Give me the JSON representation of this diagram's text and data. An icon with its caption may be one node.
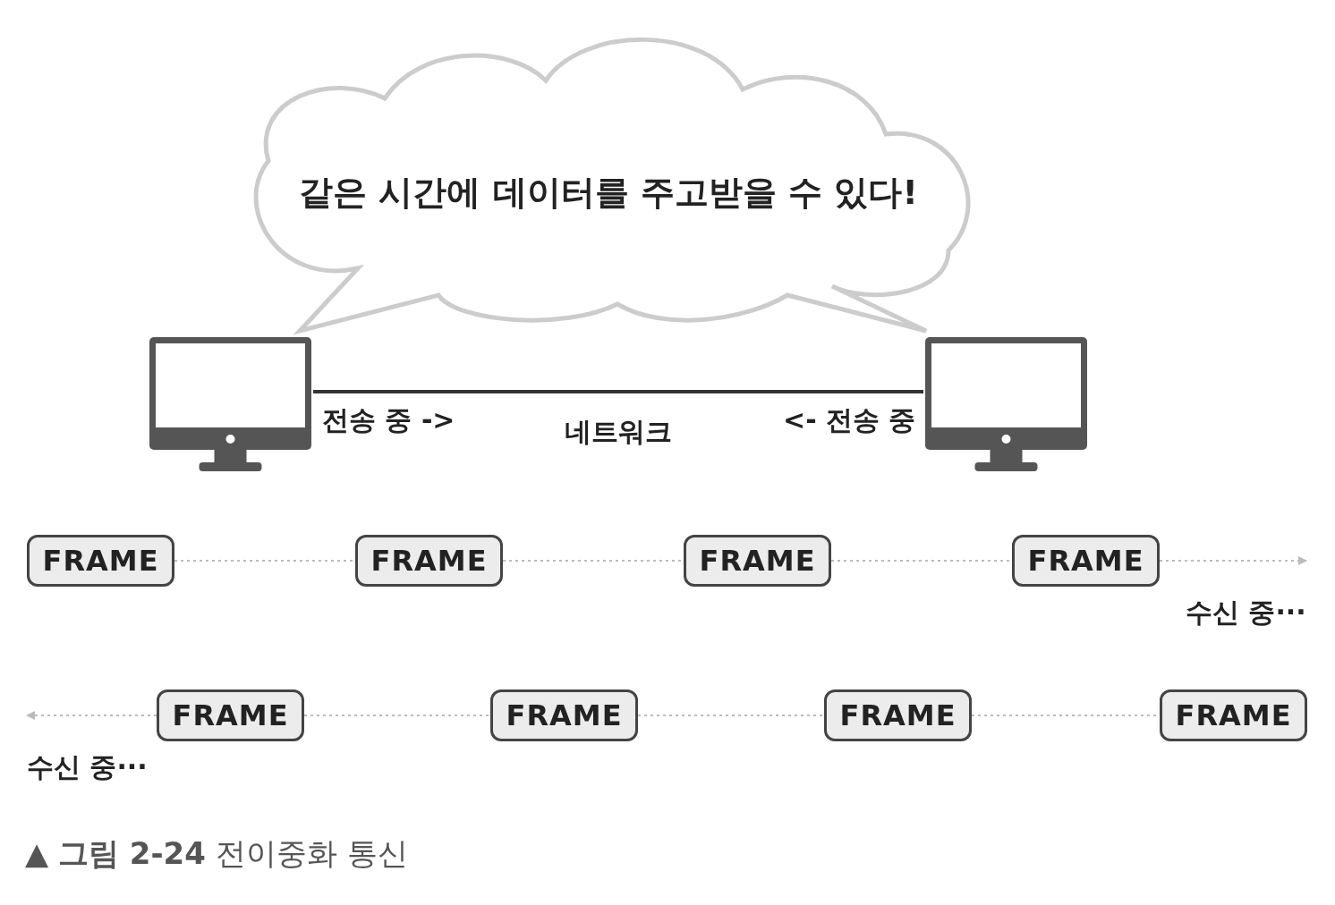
{
  "diagram": {
    "caption": "▲ **그림 2-24** 전이중화 통신",
    "nodes": [
      {
        "text": [
          "같은 시간에 데이터를 주고받을 수 있다!"
        ]
      },
      {
        "text": [],
        "shape": "picture"
      },
      {
        "text": [],
        "shape": "picture"
      },
      {
        "text": [
          "FRAME"
        ]
      },
      {
        "text": [
          "FRAME"
        ]
      },
      {
        "text": [
          "FRAME"
        ]
      },
      {
        "text": [
          "FRAME"
        ]
      },
      {
        "text": [
          "FRAME"
        ]
      },
      {
        "text": [
          "FRAME"
        ]
      },
      {
        "text": [
          "FRAME"
        ]
      },
      {
        "text": [
          "FRAME"
        ]
      }
    ],
    "edges": [
      {
        "from": 1,
        "to": 2,
        "arrow": "none",
        "label": "네트워크",
        "color": "#333333"
      },
      {
        "from": 3,
        "to": 4,
        "arrow": "none",
        "style": "dashed"
      },
      {
        "from": 4,
        "to": 5,
        "arrow": "none",
        "style": "dashed"
      },
      {
        "from": 5,
        "to": 6,
        "arrow": "none",
        "style": "dashed"
      },
      {
        "from": 6,
        "to": null,
        "arrow": "to",
        "style": "dashed"
      },
      {
        "from": 7,
        "to": null,
        "arrow": "to",
        "style": "dashed"
      },
      {
        "from": 7,
        "to": 8,
        "arrow": "none",
        "style": "dashed"
      },
      {
        "from": 8,
        "to": 9,
        "arrow": "none",
        "style": "dashed"
      },
      {
        "from": 9,
        "to": 10,
        "arrow": "none",
        "style": "dashed"
      }
    ],
    "labels": [
      "전송 중 ->",
      "<- 전송 중",
      "수신 중···",
      "수신 중···"
    ]
  }
}
